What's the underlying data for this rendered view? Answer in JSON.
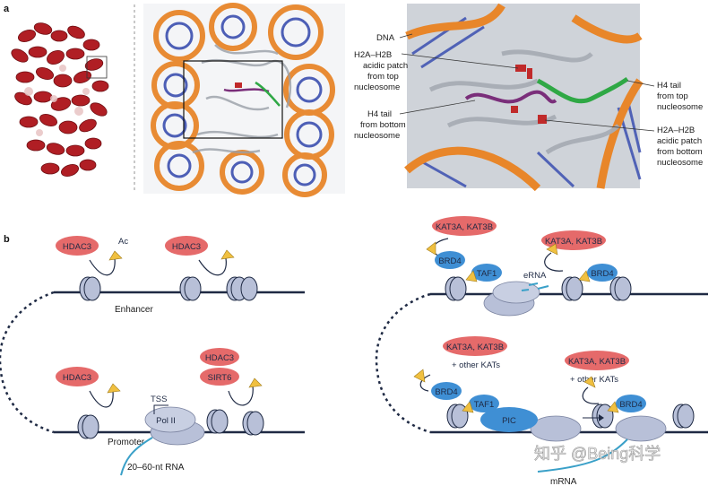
{
  "panels": {
    "a": "a",
    "b": "b"
  },
  "panel_a": {
    "callouts": {
      "dna": "DNA",
      "h2a_top": [
        "H2A–H2B",
        "acidic patch",
        "from top",
        "nucleosome"
      ],
      "h4_bottom": [
        "H4 tail",
        "from bottom",
        "nucleosome"
      ],
      "h4_top": [
        "H4 tail",
        "from top",
        "nucleosome"
      ],
      "h2a_bottom": [
        "H2A–H2B",
        "acidic patch",
        "from bottom",
        "nucleosome"
      ]
    }
  },
  "panel_b": {
    "left": {
      "hdac3_a": "HDAC3",
      "ac": "Ac",
      "hdac3_b": "HDAC3",
      "enhancer": "Enhancer",
      "hdac3_c": "HDAC3",
      "hdac3_d": "HDAC3",
      "sirt6": "SIRT6",
      "tss": "TSS",
      "pol2": "Pol II",
      "promoter": "Promoter",
      "rna": "20–60-nt RNA"
    },
    "right": {
      "kat_top_left": "KAT3A, KAT3B",
      "kat_top_right": "KAT3A, KAT3B",
      "brd4_a": "BRD4",
      "taf1_a": "TAF1",
      "erna": "eRNA",
      "brd4_b": "BRD4",
      "kat_mid_left": "KAT3A, KAT3B",
      "other_kats_left": "+ other KATs",
      "kat_mid_right": "KAT3A, KAT3B",
      "other_kats_right": "+ other KATs",
      "brd4_c": "BRD4",
      "taf1_b": "TAF1",
      "pic": "PIC",
      "brd4_d": "BRD4",
      "mrna": "mRNA"
    }
  },
  "watermark": "知乎 @Being科学",
  "colors": {
    "dna_orange": "#e8862a",
    "dna_blue": "#3b4fb0",
    "protein_grey": "#9aa0a8",
    "red_histone": "#b01e24",
    "hdac_red": "#e56a6a",
    "brd4_blue": "#3f8fd4",
    "polii_lavender": "#b8c0d8",
    "acetyl_yellow": "#f0c040",
    "line_navy": "#1f2a44"
  }
}
